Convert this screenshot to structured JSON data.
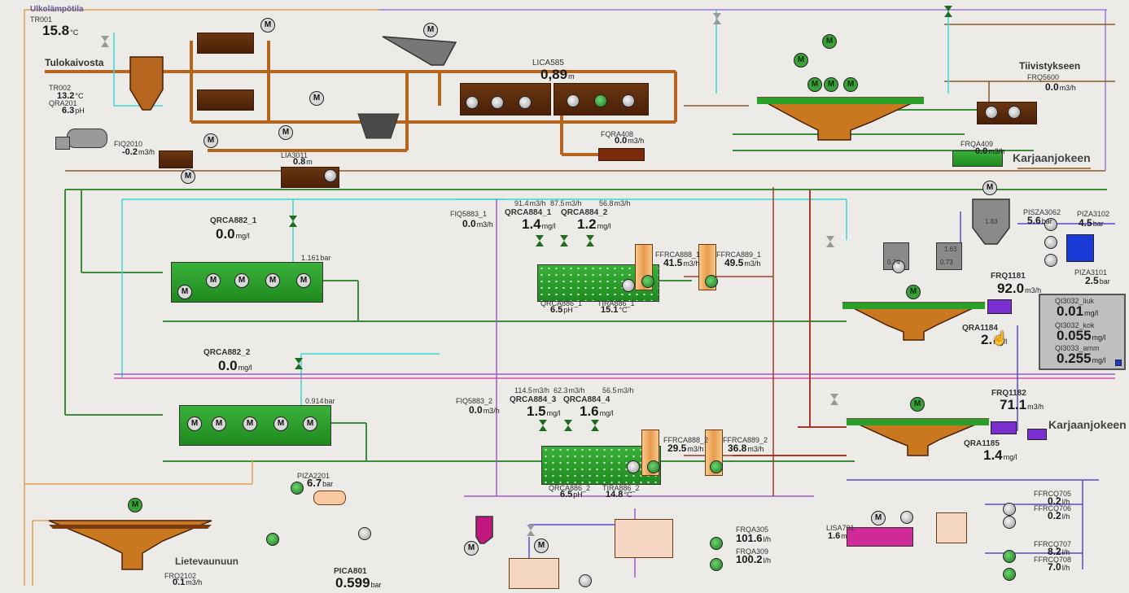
{
  "area_labels": {
    "ulkolampotila": "Ulkolämpötila",
    "tulokaivosta": "Tulokaivosta",
    "tiivistykseen": "Tiivistykseen",
    "karjaanjokeen_top": "Karjaanjokeen",
    "karjaanjokeen_mid": "Karjaanjokeen",
    "lietevaunuun": "Lietevaunuun"
  },
  "motor_label": "M",
  "tags": {
    "tr001": {
      "tag": "TR001",
      "value": "15.8",
      "unit": "°C"
    },
    "tr002": {
      "tag": "TR002",
      "value": "13.2",
      "unit": "°C"
    },
    "qra201": {
      "tag": "QRA201",
      "value": "6.3",
      "unit": "pH"
    },
    "fiq2010": {
      "tag": "FIQ2010",
      "value": "-0.2",
      "unit": "m3/h"
    },
    "lia3011": {
      "tag": "LIA3011",
      "value": "0.8",
      "unit": "m"
    },
    "lica585": {
      "tag": "LICA585",
      "value": "0,89",
      "unit": "m"
    },
    "fqra408": {
      "tag": "FQRA408",
      "value": "0.0",
      "unit": "m3/h"
    },
    "frq5600": {
      "tag": "FRQ5600",
      "value": "0.0",
      "unit": "m3/h"
    },
    "frqa409": {
      "tag": "FRQA409",
      "value": "0.0",
      "unit": "m3/h"
    },
    "qrca882_1": {
      "tag": "QRCA882_1",
      "value": "0.0",
      "unit": "mg/l"
    },
    "qrca882_2": {
      "tag": "QRCA882_2",
      "value": "0.0",
      "unit": "mg/l"
    },
    "air1": {
      "value": "1.161",
      "unit": "bar"
    },
    "air2": {
      "value": "0.914",
      "unit": "bar"
    },
    "fiq5883_1": {
      "tag": "FIQ5883_1",
      "value": "0.0",
      "unit": "m3/h"
    },
    "fiq5883_2": {
      "tag": "FIQ5883_2",
      "value": "0.0",
      "unit": "m3/h"
    },
    "qrca884_1": {
      "tag": "QRCA884_1",
      "value": "1.4",
      "unit": "mg/l"
    },
    "qrca884_2": {
      "tag": "QRCA884_2",
      "value": "1.2",
      "unit": "mg/l"
    },
    "qrca884_3": {
      "tag": "QRCA884_3",
      "value": "1.5",
      "unit": "mg/l"
    },
    "qrca884_4": {
      "tag": "QRCA884_4",
      "value": "1.6",
      "unit": "mg/l"
    },
    "flow1a": {
      "value": "91.4",
      "unit": "m3/h"
    },
    "flow1b": {
      "value": "87.5",
      "unit": "m3/h"
    },
    "flow1c": {
      "value": "56.8",
      "unit": "m3/h"
    },
    "flow2a": {
      "value": "114.5",
      "unit": "m3/h"
    },
    "flow2b": {
      "value": "62.3",
      "unit": "m3/h"
    },
    "flow2c": {
      "value": "56.5",
      "unit": "m3/h"
    },
    "ffrca888_1": {
      "tag": "FFRCA888_1",
      "value": "41.5",
      "unit": "m3/h"
    },
    "ffrca889_1": {
      "tag": "FFRCA889_1",
      "value": "49.5",
      "unit": "m3/h"
    },
    "ffrca888_2": {
      "tag": "FFRCA888_2",
      "value": "29.5",
      "unit": "m3/h"
    },
    "ffrca889_2": {
      "tag": "FFRCA889_2",
      "value": "36.8",
      "unit": "m3/h"
    },
    "qrca886_1": {
      "tag": "QRCA886_1",
      "value": "6.5",
      "unit": "pH"
    },
    "qrca886_2": {
      "tag": "QRCA886_2",
      "value": "6.5",
      "unit": "pH"
    },
    "tira886_1": {
      "tag": "TIRA886_1",
      "value": "15.1",
      "unit": "°C"
    },
    "tira886_2": {
      "tag": "TIRA886_2",
      "value": "14.8",
      "unit": "°C"
    },
    "small1": {
      "value": "0.74",
      "unit": ""
    },
    "small2": {
      "value": "0.73",
      "unit": ""
    },
    "small3": {
      "value": "1.63",
      "unit": ""
    },
    "small4": {
      "value": "1.83",
      "unit": ""
    },
    "pisza3062": {
      "tag": "PISZA3062",
      "value": "5.6",
      "unit": "bar"
    },
    "piza3102": {
      "tag": "PIZA3102",
      "value": "4.5",
      "unit": "bar"
    },
    "piza3101": {
      "tag": "PIZA3101",
      "value": "2.5",
      "unit": "bar"
    },
    "frq1181": {
      "tag": "FRQ1181",
      "value": "92.0",
      "unit": "m3/h"
    },
    "qra1184": {
      "tag": "QRA1184",
      "value": "2.",
      "unit": "mg/l"
    },
    "frq1182": {
      "tag": "FRQ1182",
      "value": "71.1",
      "unit": "m3/h"
    },
    "qra1185": {
      "tag": "QRA1185",
      "value": "1.4",
      "unit": "mg/l"
    },
    "piza2201": {
      "tag": "PIZA2201",
      "value": "6.7",
      "unit": "bar"
    },
    "pica801": {
      "tag": "PICA801",
      "value": "0.599",
      "unit": "bar"
    },
    "frq2102": {
      "tag": "FRQ2102",
      "value": "0.1",
      "unit": "m3/h"
    },
    "frqa305": {
      "tag": "FRQA305",
      "value": "101.6",
      "unit": "l/h"
    },
    "frqa309": {
      "tag": "FRQA309",
      "value": "100.2",
      "unit": "l/h"
    },
    "lisa701": {
      "tag": "LISA701",
      "value": "1.6",
      "unit": "m"
    },
    "ffrcq705": {
      "tag": "FFRCQ705",
      "value": "0.2",
      "unit": "l/h"
    },
    "ffrcq706": {
      "tag": "FFRCQ706",
      "value": "0.2",
      "unit": "l/h"
    },
    "ffrcq707": {
      "tag": "FFRCQ707",
      "value": "8.2",
      "unit": "l/h"
    },
    "ffrcq708": {
      "tag": "FFRCQ708",
      "value": "7.0",
      "unit": "l/h"
    }
  },
  "kpi_panel": {
    "qi3032_liuk": {
      "tag": "QI3032_liuk",
      "value": "0.01",
      "unit": "mg/l"
    },
    "qi3032_kok": {
      "tag": "QI3032_kok",
      "value": "0.055",
      "unit": "mg/l"
    },
    "qi3033_amm": {
      "tag": "QI3033_amm",
      "value": "0.255",
      "unit": "mg/l"
    }
  },
  "colors": {
    "pipe_brown": "#b5651d",
    "pipe_green": "#3c8c3c",
    "pipe_cyan": "#3cd7d7",
    "pipe_purple": "#9b59b6",
    "pipe_red": "#a33a2a",
    "tank_green": "#2aa02a",
    "sludge_brown": "#6a3610",
    "chem_magenta": "#c2187e",
    "effluent_violet": "#7b2fd0"
  }
}
